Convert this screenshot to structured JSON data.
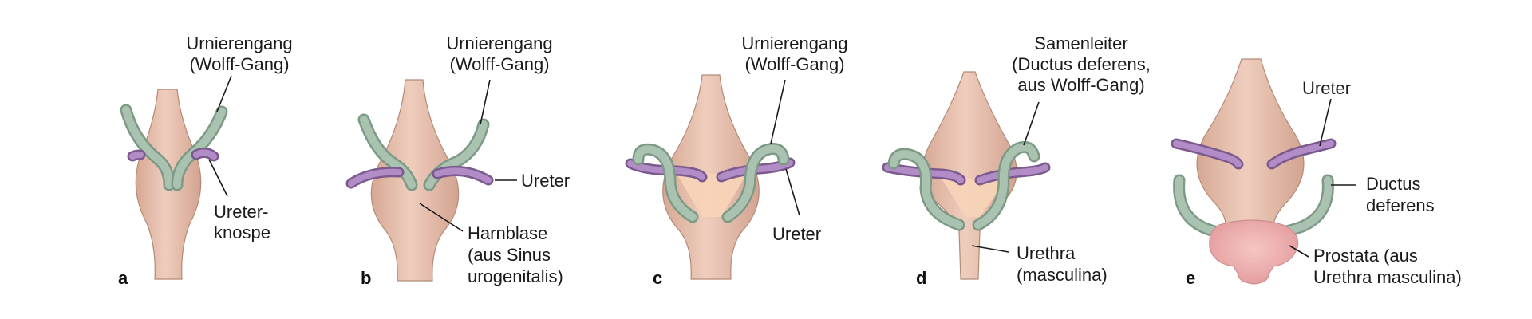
{
  "panels": [
    {
      "letter": "a",
      "labels": {
        "duct": [
          "Urnierengang",
          "(Wolff-Gang)"
        ],
        "bud": [
          "Ureter-",
          "knospe"
        ]
      }
    },
    {
      "letter": "b",
      "labels": {
        "duct": [
          "Urnierengang",
          "(Wolff-Gang)"
        ],
        "ureter": [
          "Ureter"
        ],
        "bladder": [
          "Harnblase",
          "(aus Sinus",
          "urogenitalis)"
        ]
      }
    },
    {
      "letter": "c",
      "labels": {
        "duct": [
          "Urnierengang",
          "(Wolff-Gang)"
        ],
        "ureter": [
          "Ureter"
        ]
      }
    },
    {
      "letter": "d",
      "labels": {
        "duct": [
          "Samenleiter",
          "(Ductus deferens,",
          "aus Wolff-Gang)"
        ],
        "urethra": [
          "Urethra",
          "(masculina)"
        ]
      }
    },
    {
      "letter": "e",
      "labels": {
        "ureter": [
          "Ureter"
        ],
        "deferens": [
          "Ductus",
          "deferens"
        ],
        "prostate": [
          "Prostata (aus",
          "Urethra masculina)"
        ]
      }
    }
  ],
  "colors": {
    "bladder": "#e8c2b0",
    "wolff_duct": "#a9c3b0",
    "ureter": "#b28cc6",
    "trigone": "#f7d4b8",
    "prostate": "#eeb0b0"
  }
}
